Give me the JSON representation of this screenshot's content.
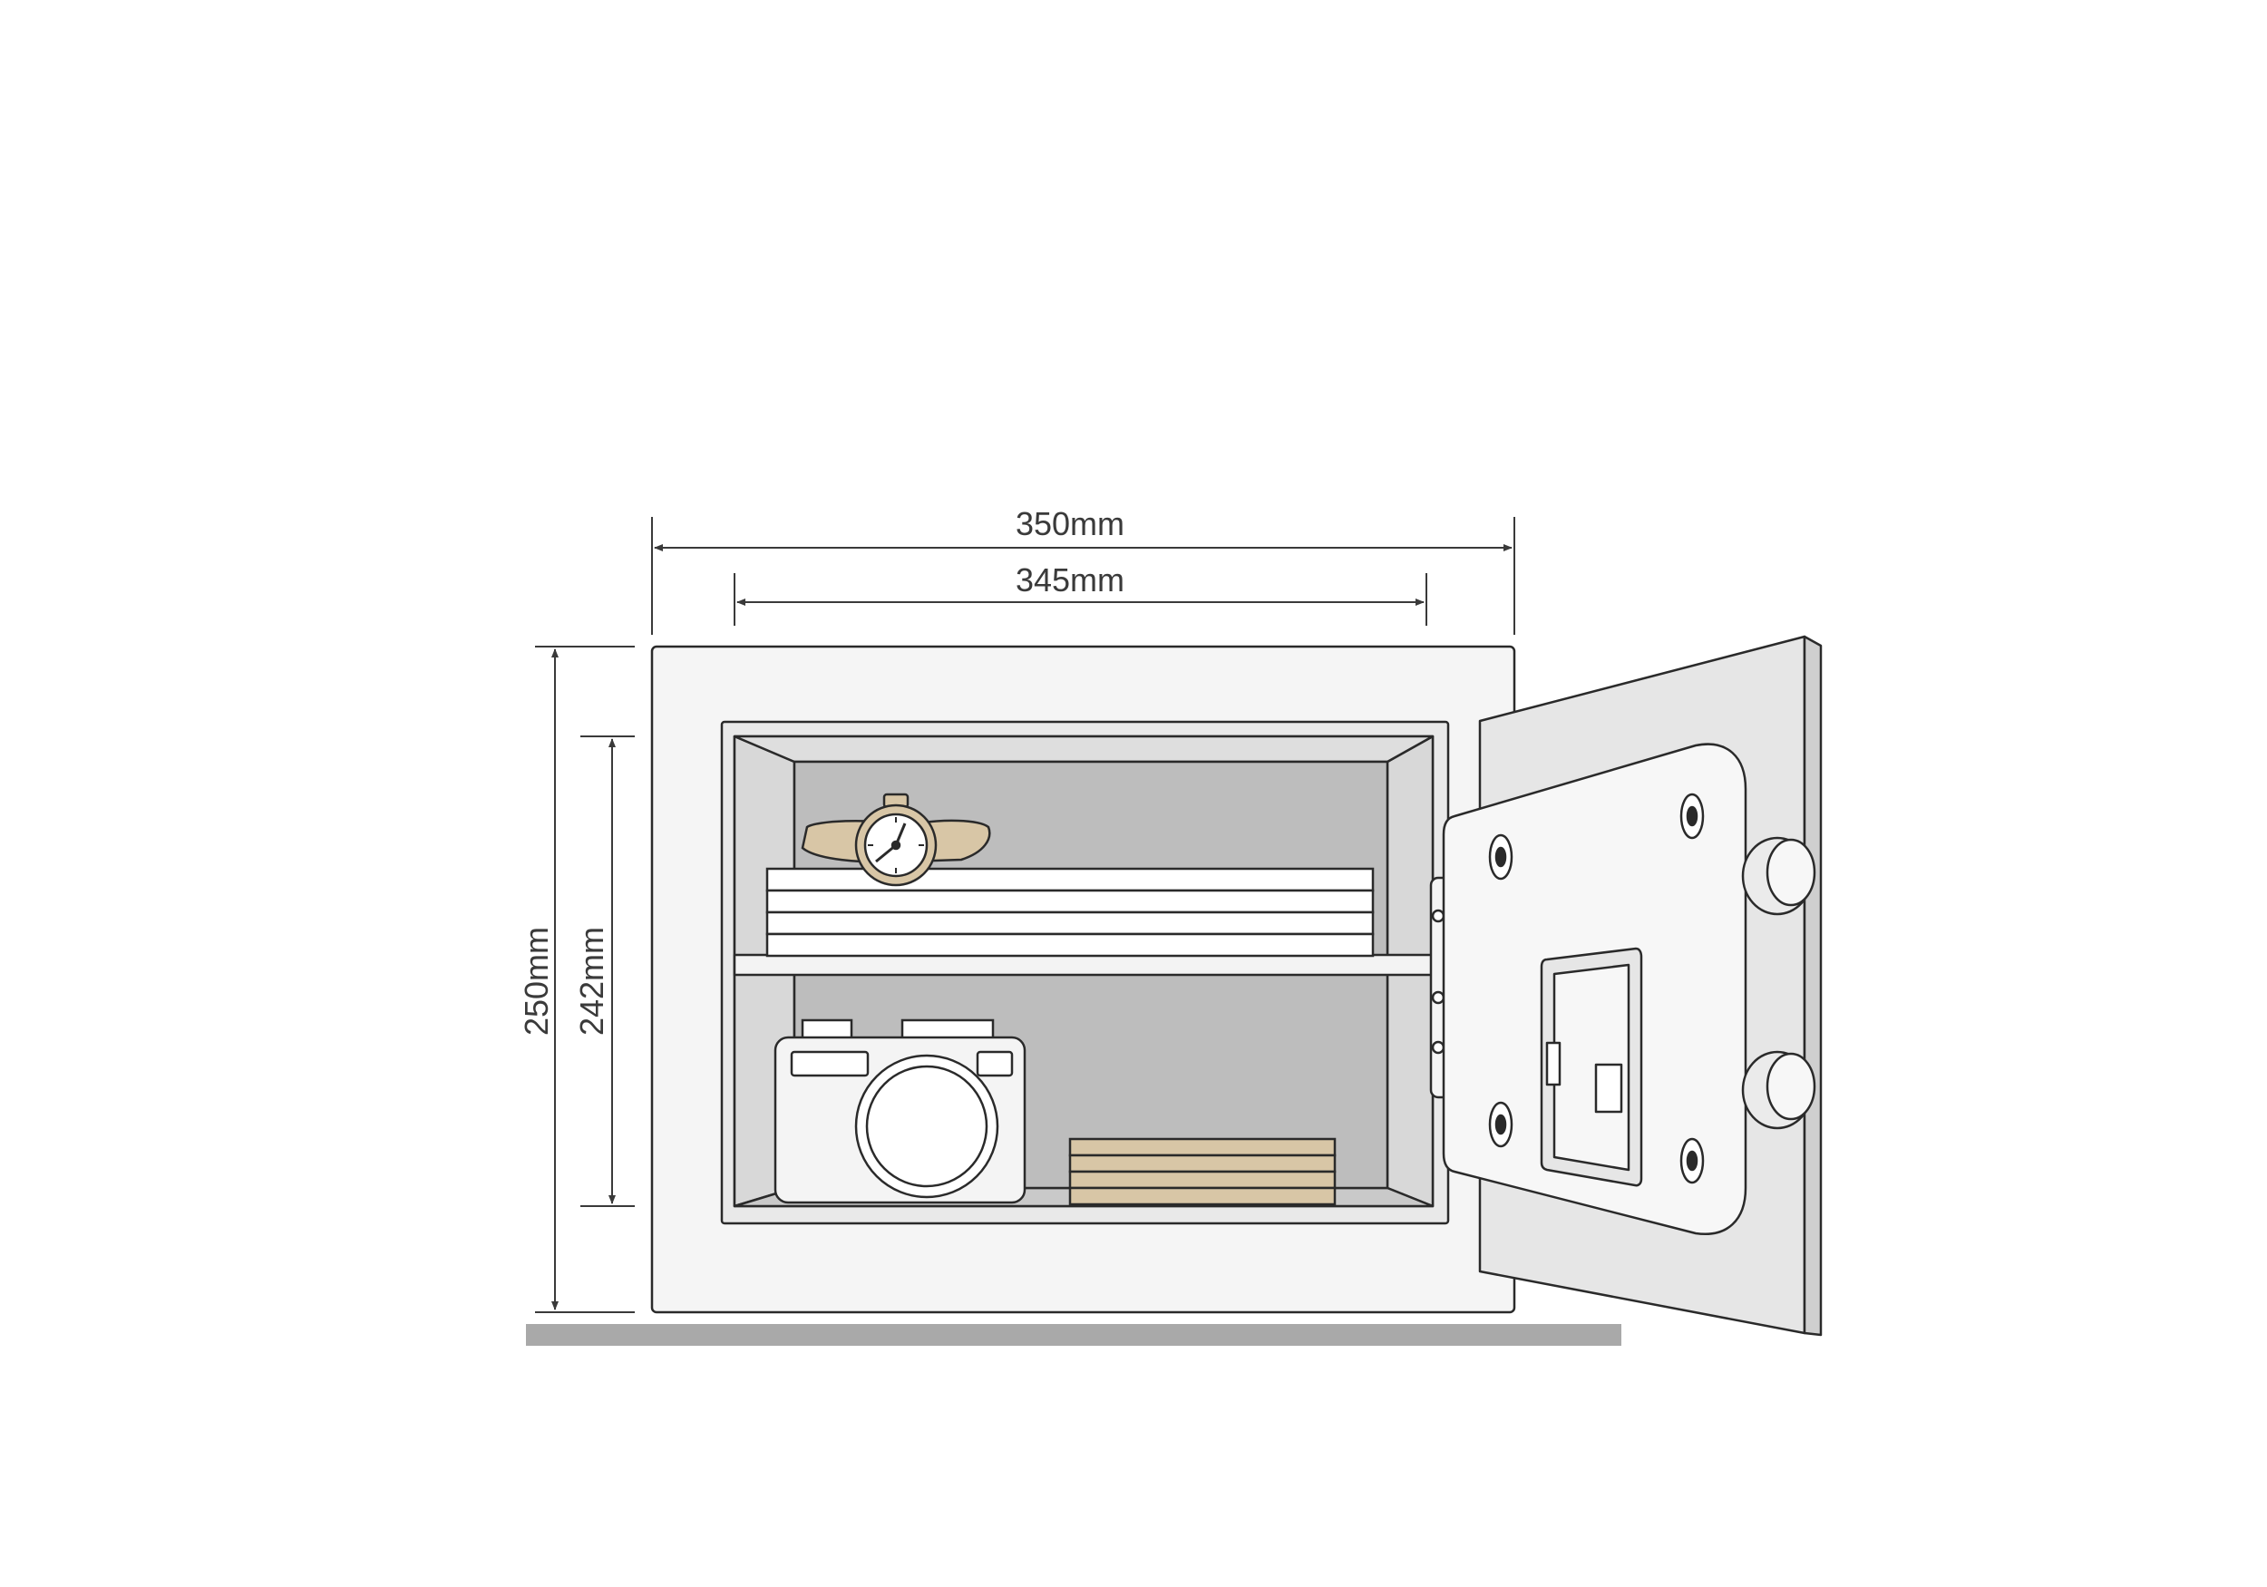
{
  "dimensions": {
    "outer_width": "350mm",
    "inner_width": "345mm",
    "outer_height": "250mm",
    "inner_height": "242mm"
  },
  "colors": {
    "outline": "#2a2a2a",
    "body_fill": "#f5f5f5",
    "interior_fill": "#bdbdbd",
    "interior_wall": "#d2d2d2",
    "floor": "#a9a9a9",
    "door_fill": "#e6e6e6",
    "door_panel": "#f7f7f7",
    "accent_tan": "#d8c6a6",
    "dimension_line": "#3a3a3a"
  },
  "icons": [
    "wristwatch-icon",
    "camera-icon",
    "cash-stack-icon",
    "document-stack-icon",
    "keypad-lock-icon",
    "handle-knob-icon"
  ]
}
